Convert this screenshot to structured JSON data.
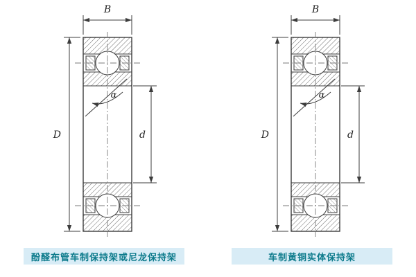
{
  "colors": {
    "caption_bg": "#d8ecf6",
    "caption_text": "#0d7b8c",
    "line": "#3c3c3c",
    "hatch": "#6a6a6a"
  },
  "figures": [
    {
      "labels": {
        "width": "B",
        "outer_diameter": "D",
        "bore": "d",
        "angle": "α"
      },
      "caption": "酚醛布管车制保持架或尼龙保持架"
    },
    {
      "labels": {
        "width": "B",
        "outer_diameter": "D",
        "bore": "d",
        "angle": "α"
      },
      "caption": "车制黄铜实体保持架"
    }
  ]
}
